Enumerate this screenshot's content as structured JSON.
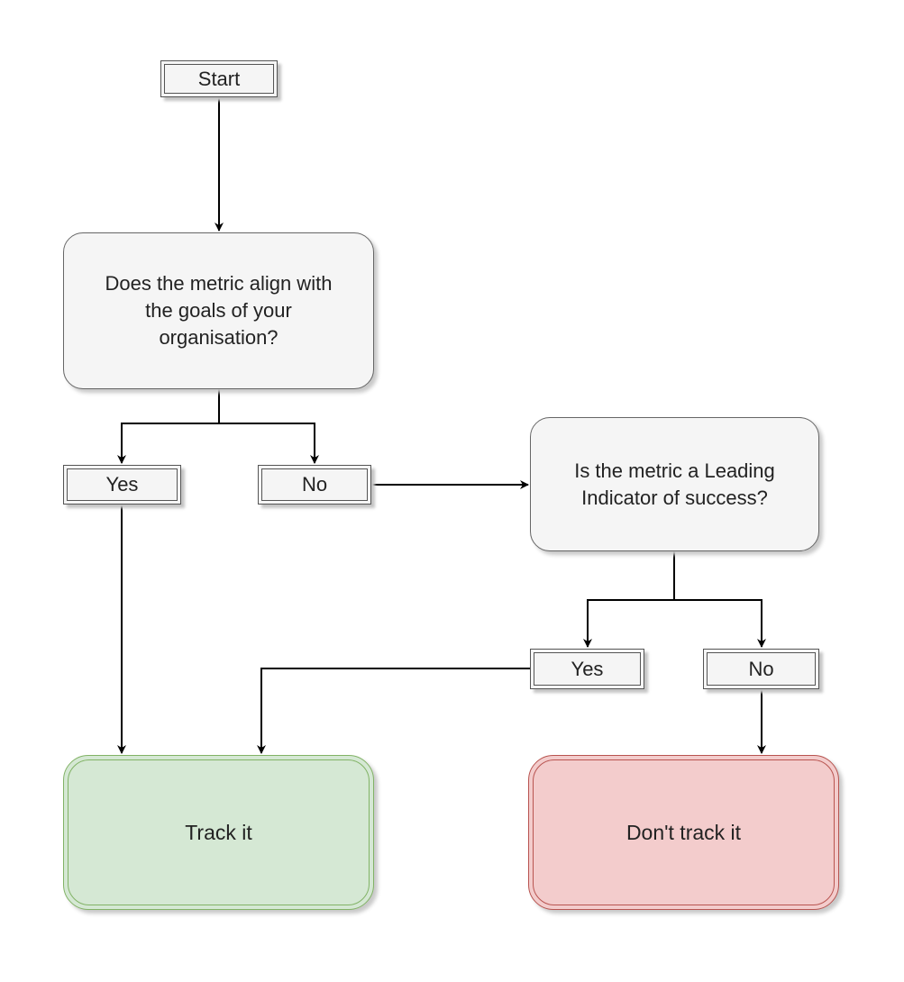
{
  "nodes": {
    "start": "Start",
    "decision_align": [
      "Does the metric align with",
      "the goals of your",
      "organisation?"
    ],
    "decision_leading": [
      "Is the metric a Leading",
      "Indicator of success?"
    ],
    "align_yes": "Yes",
    "align_no": "No",
    "leading_yes": "Yes",
    "leading_no": "No",
    "track": "Track it",
    "dont_track": "Don't track it"
  },
  "colors": {
    "box_fill": "#f5f5f5",
    "track_fill": "#d5e8d4",
    "track_border": "#82b366",
    "dont_track_fill": "#f3cccc",
    "dont_track_border": "#b85450"
  }
}
